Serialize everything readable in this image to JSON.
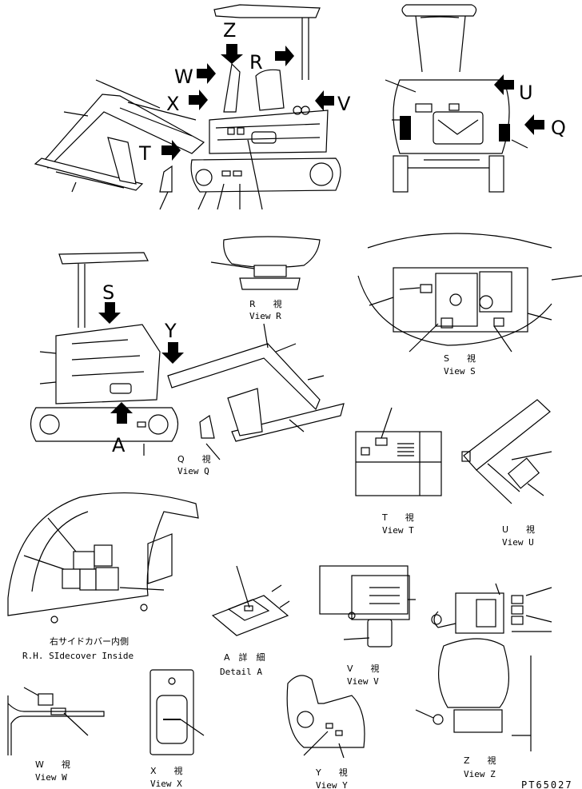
{
  "letters": {
    "Z": "Z",
    "R": "R",
    "W": "W",
    "X": "X",
    "V": "V",
    "T": "T",
    "U": "U",
    "Q": "Q",
    "S": "S",
    "Y": "Y",
    "A": "A"
  },
  "views": {
    "r": {
      "jp": "R　　視",
      "en": "View R"
    },
    "s": {
      "jp": "S　　視",
      "en": "View S"
    },
    "q": {
      "jp": "Q　　視",
      "en": "View Q"
    },
    "t": {
      "jp": "T　　視",
      "en": "View T"
    },
    "u": {
      "jp": "U　　視",
      "en": "View U"
    },
    "rh": {
      "jp": "右サイドカバー内側",
      "en": "R.H. SIdecover Inside"
    },
    "a": {
      "jp": "A　詳　細",
      "en": "Detail A"
    },
    "v": {
      "jp": "V　　視",
      "en": "View V"
    },
    "w": {
      "jp": "W　　視",
      "en": "View W"
    },
    "x": {
      "jp": "X　　視",
      "en": "View X"
    },
    "y": {
      "jp": "Y　　視",
      "en": "View Y"
    },
    "z": {
      "jp": "Z　　視",
      "en": "View Z"
    }
  },
  "drawing_code": "PT65027"
}
